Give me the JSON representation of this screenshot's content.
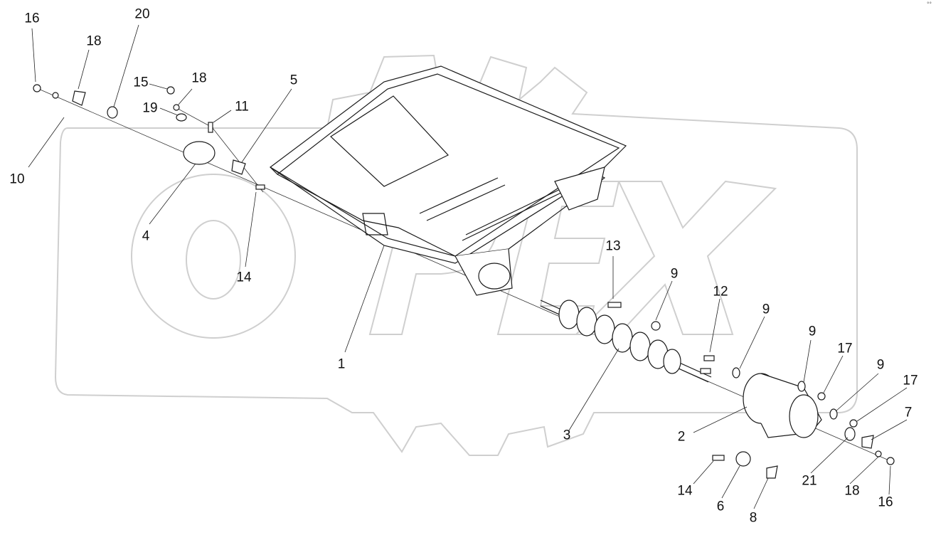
{
  "watermark": {
    "text": "OPEX",
    "color": "#d4d4d4"
  },
  "corner_mark": "°°",
  "labels": [
    "1",
    "2",
    "3",
    "4",
    "5",
    "6",
    "7",
    "8",
    "9",
    "9",
    "9",
    "9",
    "10",
    "11",
    "12",
    "13",
    "14",
    "14",
    "15",
    "16",
    "16",
    "17",
    "17",
    "18",
    "18",
    "18",
    "19",
    "20",
    "21"
  ]
}
